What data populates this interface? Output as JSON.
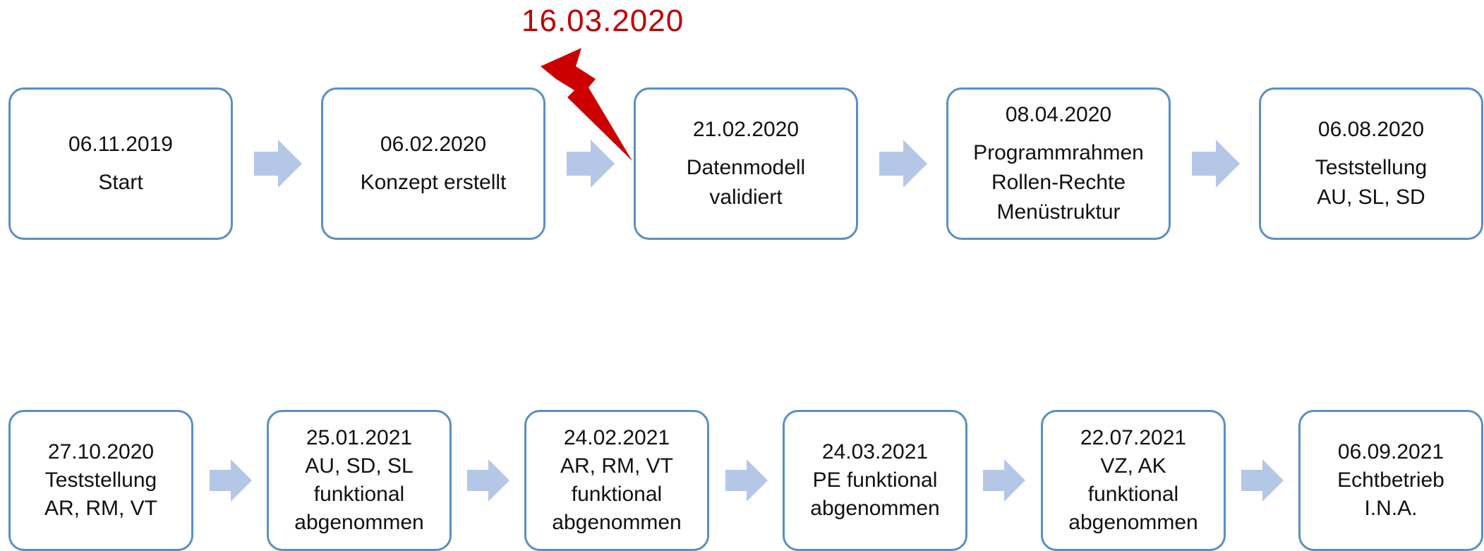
{
  "alert": {
    "date": "16.03.2020",
    "color": "#c00000",
    "icon": "lightning-bolt-icon"
  },
  "colors": {
    "box_border": "#5b8fc2",
    "arrow_fill": "#b4c7e7"
  },
  "row1": [
    {
      "lines": [
        "06.11.2019",
        "Start"
      ]
    },
    {
      "lines": [
        "06.02.2020",
        "Konzept erstellt"
      ]
    },
    {
      "lines": [
        "21.02.2020",
        "Datenmodell",
        "validiert"
      ]
    },
    {
      "lines": [
        "08.04.2020",
        "Programmrahmen",
        "Rollen-Rechte",
        "Menüstruktur"
      ]
    },
    {
      "lines": [
        "06.08.2020",
        "Teststellung",
        "AU, SL, SD"
      ]
    }
  ],
  "row2": [
    {
      "lines": [
        "27.10.2020",
        "Teststellung",
        "AR, RM, VT"
      ]
    },
    {
      "lines": [
        "25.01.2021",
        "AU, SD, SL",
        "funktional",
        "abgenommen"
      ]
    },
    {
      "lines": [
        "24.02.2021",
        "AR, RM, VT",
        "funktional",
        "abgenommen"
      ]
    },
    {
      "lines": [
        "24.03.2021",
        "PE funktional",
        "abgenommen"
      ]
    },
    {
      "lines": [
        "22.07.2021",
        "VZ, AK",
        "funktional",
        "abgenommen"
      ]
    },
    {
      "lines": [
        "06.09.2021",
        "Echtbetrieb",
        "I.N.A."
      ]
    }
  ]
}
